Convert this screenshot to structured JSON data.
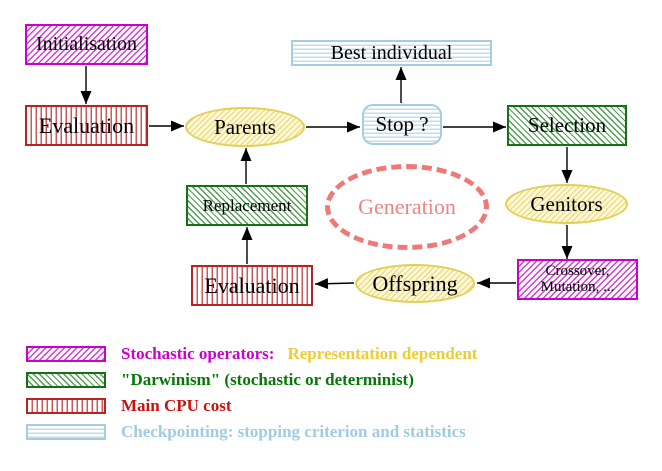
{
  "nodes": {
    "initialisation": {
      "label": "Initialisation",
      "style": "magenta-diagonal-hatch"
    },
    "evaluation_top": {
      "label": "Evaluation",
      "style": "red-vertical-stripes"
    },
    "parents": {
      "label": "Parents",
      "style": "yellow-hatch-ellipse"
    },
    "best_individual": {
      "label": "Best individual",
      "style": "cyan-horizontal-stripes"
    },
    "stop": {
      "label": "Stop ?",
      "style": "cyan-horizontal-stripes-rounded"
    },
    "selection": {
      "label": "Selection",
      "style": "green-diagonal-hatch"
    },
    "genitors": {
      "label": "Genitors",
      "style": "yellow-hatch-ellipse"
    },
    "crossover_mutation": {
      "line1": "Crossover,",
      "line2": "Mutation, ...",
      "style": "magenta-diagonal-hatch"
    },
    "offspring": {
      "label": "Offspring",
      "style": "yellow-hatch-ellipse"
    },
    "evaluation_bottom": {
      "label": "Evaluation",
      "style": "red-vertical-stripes"
    },
    "replacement": {
      "label": "Replacement",
      "style": "green-diagonal-hatch"
    },
    "generation": {
      "label": "Generation",
      "style": "salmon-dashed-ellipse"
    }
  },
  "edges": [
    {
      "from": "Initialisation",
      "to": "Evaluation"
    },
    {
      "from": "Evaluation",
      "to": "Parents"
    },
    {
      "from": "Parents",
      "to": "Stop ?"
    },
    {
      "from": "Stop ?",
      "to": "Best individual"
    },
    {
      "from": "Stop ?",
      "to": "Selection"
    },
    {
      "from": "Selection",
      "to": "Genitors"
    },
    {
      "from": "Genitors",
      "to": "Crossover, Mutation, ..."
    },
    {
      "from": "Crossover, Mutation, ...",
      "to": "Offspring"
    },
    {
      "from": "Offspring",
      "to": "Evaluation"
    },
    {
      "from": "Evaluation",
      "to": "Replacement"
    },
    {
      "from": "Replacement",
      "to": "Parents"
    }
  ],
  "legend": {
    "items": [
      {
        "swatch": "magenta-diagonal-hatch",
        "label": "Stochastic operators:",
        "label2": "Representation dependent",
        "label_color": "#cc00cc",
        "label2_color": "#eecc33"
      },
      {
        "swatch": "green-diagonal-hatch",
        "label": "\"Darwinism\" (stochastic or determinist)",
        "label_color": "#077707"
      },
      {
        "swatch": "red-vertical-stripes",
        "label": "Main CPU cost",
        "label_color": "#cc1111"
      },
      {
        "swatch": "cyan-horizontal-stripes",
        "label": "Checkpointing: stopping criterion and statistics",
        "label_color": "#9fcbe4"
      }
    ]
  },
  "colors": {
    "magenta": "#cc00cc",
    "green_border": "#167016",
    "red_border": "#bb2222",
    "cyan_border": "#a4cee0",
    "yellow_border": "#e4cf55",
    "salmon_dashed": "#ee7979",
    "generation_text": "#ee8585",
    "arrow": "#000000",
    "background": "#ffffff"
  }
}
